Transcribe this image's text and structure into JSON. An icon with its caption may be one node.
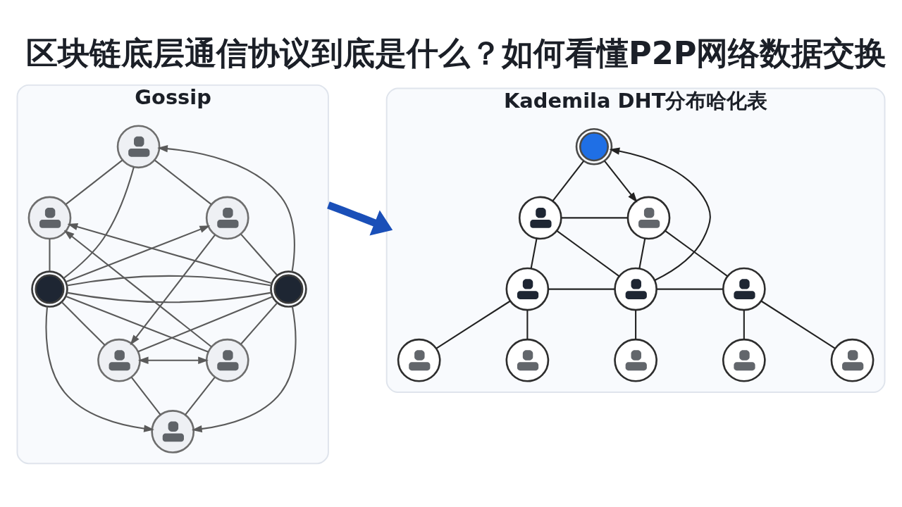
{
  "diagram": {
    "title": "区块链底层通信协议到底是什么？如何看懂P2P网络数据交换",
    "nodes": [
      {
        "text": [
          "Gossip"
        ]
      },
      {
        "text": [],
        "shape": "person",
        "in": 0
      },
      {
        "text": [],
        "shape": "person",
        "in": 0
      },
      {
        "text": [],
        "shape": "person",
        "in": 0
      },
      {
        "text": [],
        "shape": "circle",
        "in": 0
      },
      {
        "text": [],
        "shape": "circle",
        "in": 0
      },
      {
        "text": [],
        "shape": "person",
        "in": 0
      },
      {
        "text": [],
        "shape": "person",
        "in": 0
      },
      {
        "text": [],
        "shape": "person",
        "in": 0
      },
      {
        "text": [
          "Kademila DHT分布哈化表"
        ]
      },
      {
        "text": [],
        "shape": "circle",
        "in": 9
      },
      {
        "text": [],
        "shape": "person",
        "in": 9
      },
      {
        "text": [],
        "shape": "person",
        "in": 9
      },
      {
        "text": [],
        "shape": "person",
        "in": 9
      },
      {
        "text": [],
        "shape": "person",
        "in": 9
      },
      {
        "text": [],
        "shape": "person",
        "in": 9
      },
      {
        "text": [],
        "shape": "person",
        "in": 9
      },
      {
        "text": [],
        "shape": "person",
        "in": 9
      },
      {
        "text": [],
        "shape": "person",
        "in": 9
      },
      {
        "text": [],
        "shape": "person",
        "in": 9
      },
      {
        "text": [],
        "shape": "person",
        "in": 9
      }
    ],
    "edges": [
      {
        "from": 1,
        "to": 2,
        "arrow": "none"
      },
      {
        "from": 1,
        "to": 3,
        "arrow": "none"
      },
      {
        "from": 1,
        "to": 4,
        "arrow": "none"
      },
      {
        "from": 5,
        "to": 1,
        "arrow": "to"
      },
      {
        "from": 5,
        "to": 2,
        "arrow": "to"
      },
      {
        "from": 4,
        "to": 3,
        "arrow": "to"
      },
      {
        "from": 2,
        "to": 4,
        "arrow": "none"
      },
      {
        "from": 3,
        "to": 5,
        "arrow": "none"
      },
      {
        "from": 6,
        "to": 2,
        "arrow": "to"
      },
      {
        "from": 3,
        "to": 7,
        "arrow": "to"
      },
      {
        "from": 4,
        "to": 5,
        "arrow": "none"
      },
      {
        "from": 4,
        "to": 5,
        "arrow": "none"
      },
      {
        "from": 4,
        "to": 6,
        "arrow": "none"
      },
      {
        "from": 5,
        "to": 7,
        "arrow": "none"
      },
      {
        "from": 5,
        "to": 6,
        "arrow": "none"
      },
      {
        "from": 4,
        "to": 7,
        "arrow": "none"
      },
      {
        "from": 6,
        "to": 7,
        "arrow": "both"
      },
      {
        "from": 4,
        "to": 8,
        "arrow": "to"
      },
      {
        "from": 5,
        "to": 8,
        "arrow": "to"
      },
      {
        "from": 6,
        "to": 8,
        "arrow": "none"
      },
      {
        "from": 7,
        "to": 8,
        "arrow": "none"
      },
      {
        "from": 0,
        "to": 9,
        "arrow": "to",
        "style": "thick",
        "color": "#1a4fb8"
      },
      {
        "from": 10,
        "to": 11,
        "arrow": "none",
        "color": "#222222"
      },
      {
        "from": 14,
        "to": 10,
        "arrow": "to",
        "color": "#222222"
      },
      {
        "from": 10,
        "to": 12,
        "arrow": "to",
        "color": "#222222"
      },
      {
        "from": 11,
        "to": 12,
        "arrow": "none",
        "color": "#222222"
      },
      {
        "from": 11,
        "to": 13,
        "arrow": "none",
        "color": "#222222"
      },
      {
        "from": 11,
        "to": 14,
        "arrow": "none",
        "color": "#222222"
      },
      {
        "from": 12,
        "to": 14,
        "arrow": "none",
        "color": "#222222"
      },
      {
        "from": 12,
        "to": 15,
        "arrow": "none",
        "color": "#222222"
      },
      {
        "from": 13,
        "to": 14,
        "arrow": "none",
        "color": "#222222"
      },
      {
        "from": 14,
        "to": 15,
        "arrow": "none",
        "color": "#222222"
      },
      {
        "from": 13,
        "to": 16,
        "arrow": "none",
        "color": "#222222"
      },
      {
        "from": 13,
        "to": 17,
        "arrow": "none",
        "color": "#222222"
      },
      {
        "from": 14,
        "to": 18,
        "arrow": "none",
        "color": "#222222"
      },
      {
        "from": 15,
        "to": 19,
        "arrow": "none",
        "color": "#222222"
      },
      {
        "from": 15,
        "to": 20,
        "arrow": "none",
        "color": "#222222"
      }
    ]
  }
}
